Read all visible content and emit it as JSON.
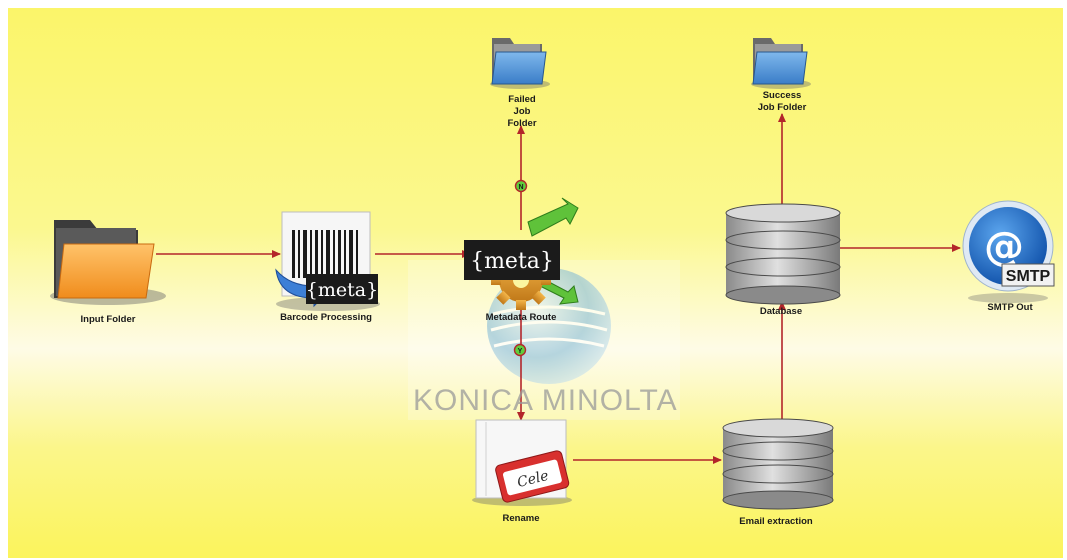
{
  "nodes": {
    "input_folder": "Input Folder",
    "barcode_processing": "Barcode Processing",
    "metadata_route": "Metadata Route",
    "failed_job_folder": "Failed Job Folder",
    "success_job_folder": "Success Job Folder",
    "database": "Database",
    "smtp_out": "SMTP Out",
    "rename": "Rename",
    "email_extraction": "Email extraction"
  },
  "badges": {
    "meta": "{meta}",
    "smtp": "SMTP",
    "at": "@",
    "rename_card": "Cele"
  },
  "route_markers": {
    "no": "N",
    "yes": "Y"
  },
  "watermark": "KONICA MINOLTA",
  "colors": {
    "connector": "#b3262a",
    "marker_fill": "#5fce3c"
  }
}
